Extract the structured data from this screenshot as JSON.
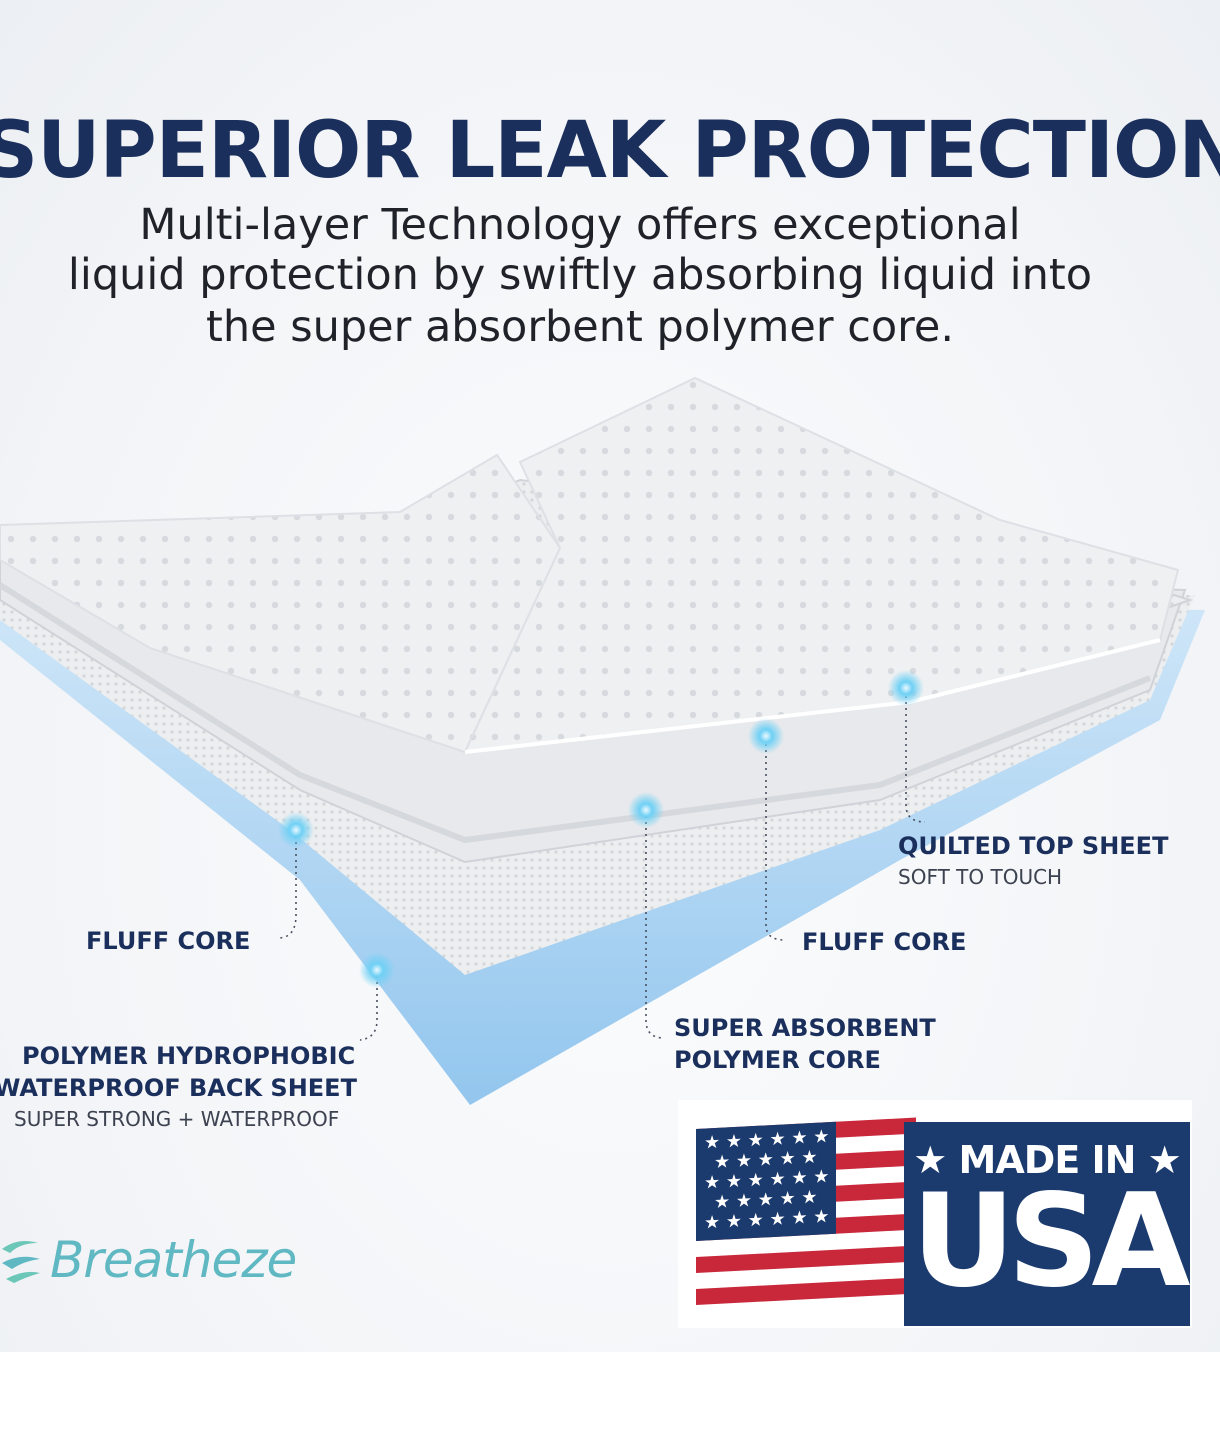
{
  "headline": "SUPERIOR LEAK PROTECTION",
  "subtitle": [
    "Multi-layer Technology offers exceptional",
    "liquid protection by swiftly absorbing liquid into",
    "the super absorbent polymer core."
  ],
  "layers": {
    "quilted_top": {
      "title": "QUILTED TOP SHEET",
      "subtitle": "SOFT TO TOUCH"
    },
    "fluff_core_right": {
      "title": "FLUFF CORE"
    },
    "fluff_core_left": {
      "title": "FLUFF CORE"
    },
    "sap_core": {
      "title_line1": "SUPER ABSORBENT",
      "title_line2": "POLYMER CORE"
    },
    "back_sheet": {
      "title_line1": "POLYMER HYDROPHOBIC",
      "title_line2": "WATERPROOF BACK SHEET",
      "subtitle": "SUPER STRONG + WATERPROOF"
    }
  },
  "brand": {
    "name": "Breatheze",
    "icon": "breatheze-logo-icon"
  },
  "badge": {
    "line1": "★ MADE IN ★",
    "line2": "USA",
    "icon": "us-flag-icon"
  },
  "colors": {
    "navy": "#1b2f5c",
    "badge_blue": "#1b3a6e",
    "back_sheet_blue": "#a9d2f3",
    "marker_cyan": "#6fd0f5",
    "brand_teal": "#5fb8c2",
    "flag_red": "#c8283a"
  }
}
